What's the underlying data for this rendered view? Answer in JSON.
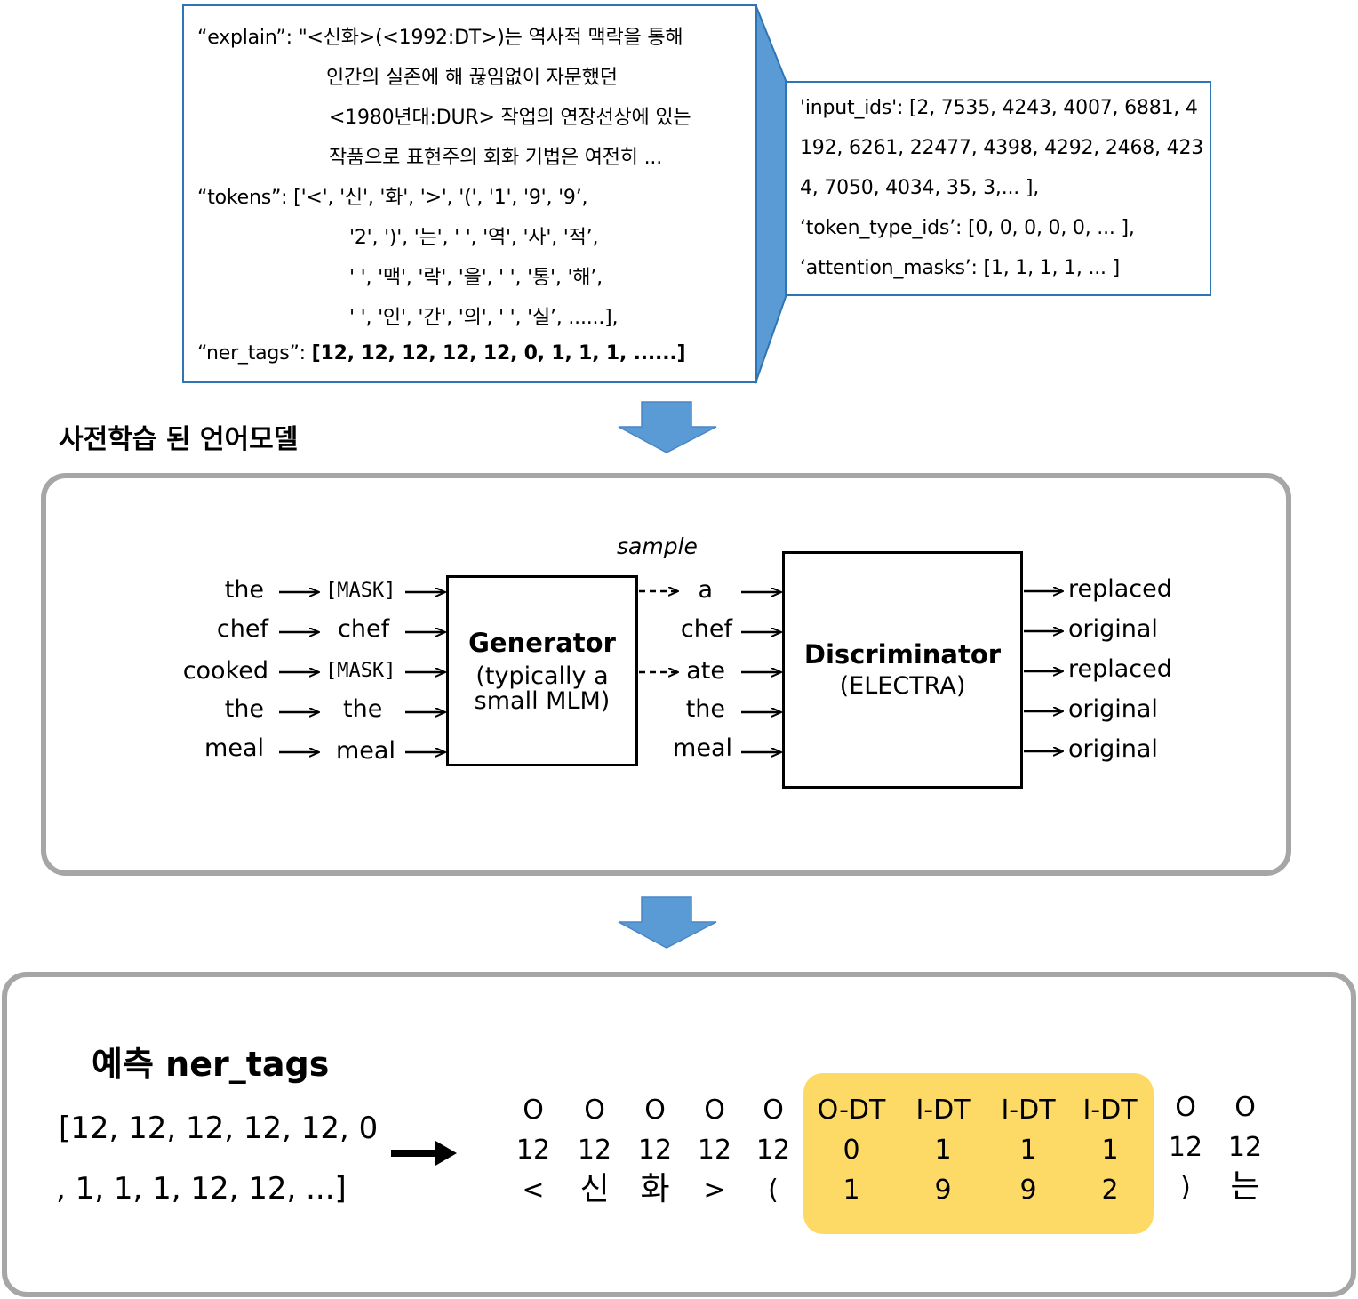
{
  "example": {
    "explain_lines": [
      "“explain”: \"<신화>(<1992:DT>)는 역사적 맥락을 통해",
      "인간의 실존에 해 끊임없이 자문했던",
      "<1980년대:DUR> 작업의 연장선상에 있는",
      "작품으로 표현주의 회화 기법은 여전히 ..."
    ],
    "tokens_lines": [
      "“tokens”: ['<', '신', '화', '>', '(', '1', '9', '9’,",
      "'2', ')', '는', ' ', '역', '사', '적’,",
      "' ', '맥', '락', '을', ' ', '통', '해’,",
      "' ', '인', '간', '의', ' ', '실’, ......],"
    ],
    "ner_key": "“ner_tags”:",
    "ner_value": "[12, 12, 12, 12, 12, 0, 1, 1, 1, ......]"
  },
  "encoded": {
    "lines": [
      "'input_ids': [2, 7535, 4243, 4007, 6881, 4",
      "192, 6261, 22477, 4398, 4292, 2468, 423",
      "4, 7050, 4034, 35, 3,... ],",
      "‘token_type_ids’: [0, 0, 0, 0, 0, ... ],",
      "‘attention_masks’: [1, 1, 1, 1, ... ]"
    ]
  },
  "pretrain": {
    "title": "사전학습 된 언어모델",
    "inputs": [
      "the",
      "chef",
      "cooked",
      "the",
      "meal"
    ],
    "masked": [
      "[MASK]",
      "chef",
      "[MASK]",
      "the",
      "meal"
    ],
    "generator_title": "Generator",
    "generator_sub": [
      "(typically a",
      "small MLM)"
    ],
    "sample_label": "sample",
    "sampled": [
      "a",
      "chef",
      "ate",
      "the",
      "meal"
    ],
    "discriminator_title": "Discriminator",
    "discriminator_sub": "(ELECTRA)",
    "outputs": [
      "replaced",
      "original",
      "replaced",
      "original",
      "original"
    ]
  },
  "prediction": {
    "title": "예측 ner_tags",
    "sequence_lines": [
      "[12, 12, 12, 12, 12, 0",
      ", 1, 1, 1, 12, 12, ...]"
    ],
    "tokens": [
      {
        "tag": "O",
        "id": "12",
        "char": "<"
      },
      {
        "tag": "O",
        "id": "12",
        "char": "신"
      },
      {
        "tag": "O",
        "id": "12",
        "char": "화"
      },
      {
        "tag": "O",
        "id": "12",
        "char": ">"
      },
      {
        "tag": "O",
        "id": "12",
        "char": "("
      },
      {
        "tag": "O-DT",
        "id": "0",
        "char": "1"
      },
      {
        "tag": "I-DT",
        "id": "1",
        "char": "9"
      },
      {
        "tag": "I-DT",
        "id": "1",
        "char": "9"
      },
      {
        "tag": "I-DT",
        "id": "1",
        "char": "2"
      },
      {
        "tag": "O",
        "id": "12",
        "char": ")"
      },
      {
        "tag": "O",
        "id": "12",
        "char": "는"
      }
    ]
  },
  "colors": {
    "arrow": "#5b9bd5",
    "box_border": "#2e75b6",
    "panel_border": "#a6a6a6",
    "highlight": "#fdd966"
  }
}
